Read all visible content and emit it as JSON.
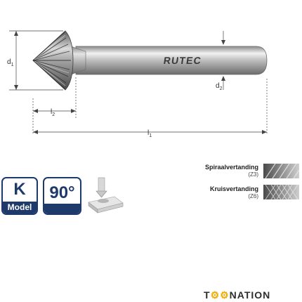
{
  "product": {
    "brand_on_shank": "RUTEC",
    "dimensions": {
      "d1_base": "d",
      "d1_sub": "1",
      "d2_base": "d",
      "d2_sub": "2",
      "l1_base": "l",
      "l1_sub": "1",
      "l2_base": "l",
      "l2_sub": "2"
    }
  },
  "badges": {
    "model": {
      "letter": "K",
      "label": "Model"
    },
    "angle": {
      "value": "90°"
    }
  },
  "cuts": [
    {
      "title": "Spiraalvertanding",
      "code": "(Z3)"
    },
    {
      "title": "Kruisvertanding",
      "code": "(Z6)"
    }
  ],
  "footer": {
    "brand_part1": "T",
    "brand_part2": "NATION"
  },
  "colors": {
    "navy": "#1e3a6b",
    "accent": "#f2a900"
  }
}
